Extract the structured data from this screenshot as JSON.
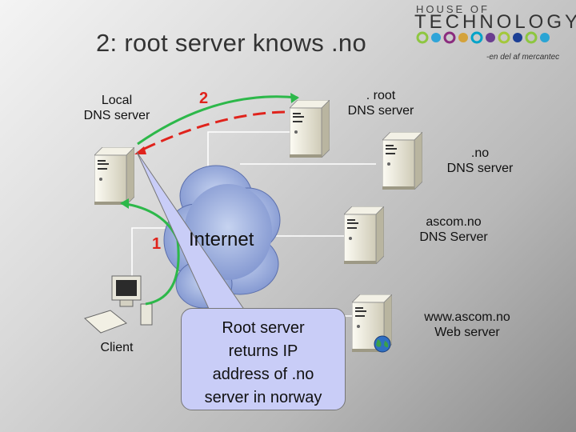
{
  "title": "2: root server knows .no",
  "logo": {
    "top": "HOUSE OF",
    "main": "TECHNOLOGY",
    "sub": "-en del af mercantec",
    "dot_colors": [
      "#8ec641",
      "#2fa4d8",
      "#8b2c7e",
      "#d4a23a",
      "#00a3c8",
      "#6a3d8f",
      "#a3c83b",
      "#1c3f95",
      "#8dc63f",
      "#2aa4d4"
    ]
  },
  "nodes": {
    "local": "Local\nDNS server",
    "root": ". root\nDNS server",
    "no": ".no\nDNS server",
    "ascom": "ascom.no\nDNS Server",
    "web": "www.ascom.no\nWeb server",
    "client": "Client"
  },
  "cloud_label": "Internet",
  "steps": {
    "step1": "1",
    "step2": "2"
  },
  "callout": "Root server\nreturns IP\naddress of .no\nserver in norway",
  "colors": {
    "step_green": "#2db84a",
    "step_red": "#e0231c",
    "callout_fill": "#c9cdf7",
    "cloud": "#8fa3d8"
  }
}
